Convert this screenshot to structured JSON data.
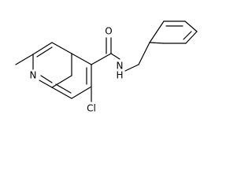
{
  "molecule": {
    "atoms": {
      "oxygen": "O",
      "amide_nitrogen": "N",
      "amide_hydrogen": "H",
      "ring_nitrogen": "N",
      "chlorine": "Cl"
    },
    "colors": {
      "bond": "#000000",
      "label": "#000000",
      "background": "#ffffff"
    }
  }
}
